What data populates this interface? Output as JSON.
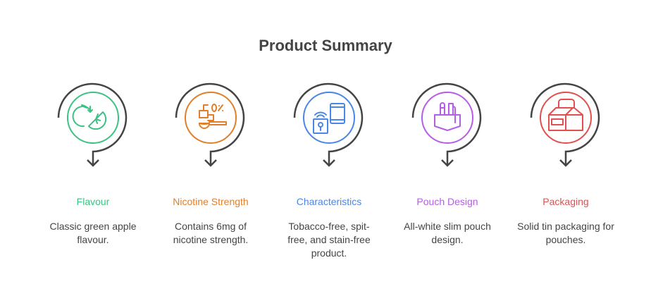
{
  "title": "Product Summary",
  "items": [
    {
      "label": "Flavour",
      "desc": "Classic green apple flavour.",
      "color": "#3cc283",
      "icon": "apple-lime-icon"
    },
    {
      "label": "Nicotine Strength",
      "desc": "Contains 6mg of nicotine strength.",
      "color": "#e07f2a",
      "icon": "measuring-spoon-icon"
    },
    {
      "label": "Characteristics",
      "desc": "Tobacco-free, spit-free, and stain-free product.",
      "color": "#4a86e8",
      "icon": "smart-devices-icon"
    },
    {
      "label": "Pouch Design",
      "desc": "All-white slim pouch design.",
      "color": "#b65de6",
      "icon": "pouch-pocket-icon"
    },
    {
      "label": "Packaging",
      "desc": "Solid tin packaging for pouches.",
      "color": "#e0504f",
      "icon": "package-box-icon"
    }
  ]
}
